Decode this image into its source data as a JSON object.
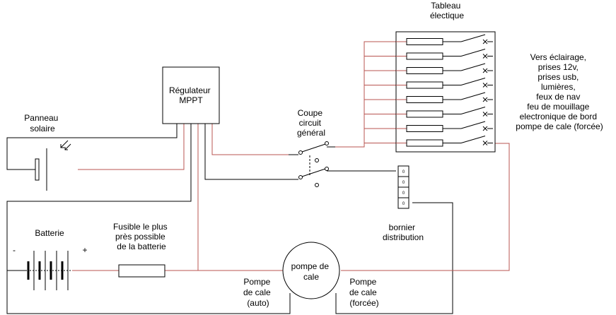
{
  "colors": {
    "wire_black": "#000000",
    "wire_red": "#b85450"
  },
  "labels": {
    "panel_title": [
      "Tableau",
      "électique"
    ],
    "solar": [
      "Panneau",
      "solaire"
    ],
    "regulator": [
      "Régulateur",
      "MPPT"
    ],
    "breaker": [
      "Coupe",
      "circuit",
      "général"
    ],
    "outputs": [
      "Vers éclairage,",
      "prises 12v,",
      "prises usb,",
      "lumières,",
      "feux de nav",
      "feu de mouillage",
      "electronique de bord",
      "pompe de cale (forcée)"
    ],
    "battery": "Batterie",
    "battery_minus": "-",
    "battery_plus": "+",
    "fuse": [
      "Fusible le plus",
      "près possible",
      "de la batterie"
    ],
    "terminal_block": [
      "bornier",
      "distribution"
    ],
    "pump": [
      "pompe de",
      "cale"
    ],
    "pump_auto": [
      "Pompe",
      "de cale",
      "(auto)"
    ],
    "pump_forced": [
      "Pompe",
      "de cale",
      "(forcée)"
    ]
  },
  "terminal_block": {
    "terminals": [
      "0",
      "0",
      "0",
      "0"
    ]
  },
  "panel": {
    "circuit_count": 8
  },
  "icons": {
    "solar_light": "light-arrows-icon",
    "breaker_contacts": "switch-contact-icon",
    "circuit_switch": "circuit-breaker-switch-icon"
  }
}
